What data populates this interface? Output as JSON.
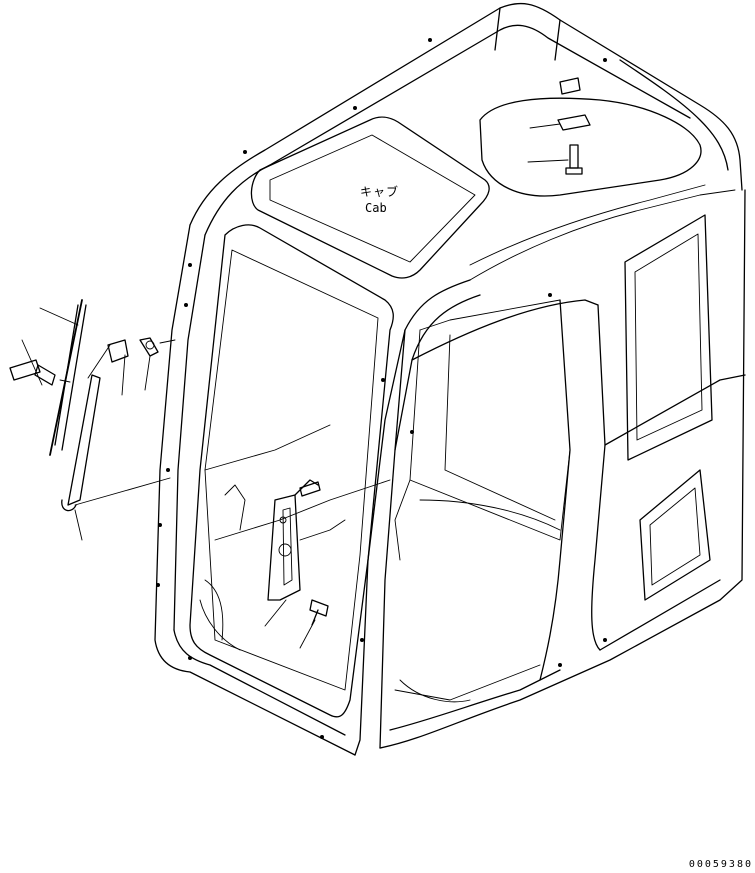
{
  "diagram": {
    "label_japanese": "キャブ",
    "label_english": "Cab",
    "drawing_number": "00059380"
  }
}
